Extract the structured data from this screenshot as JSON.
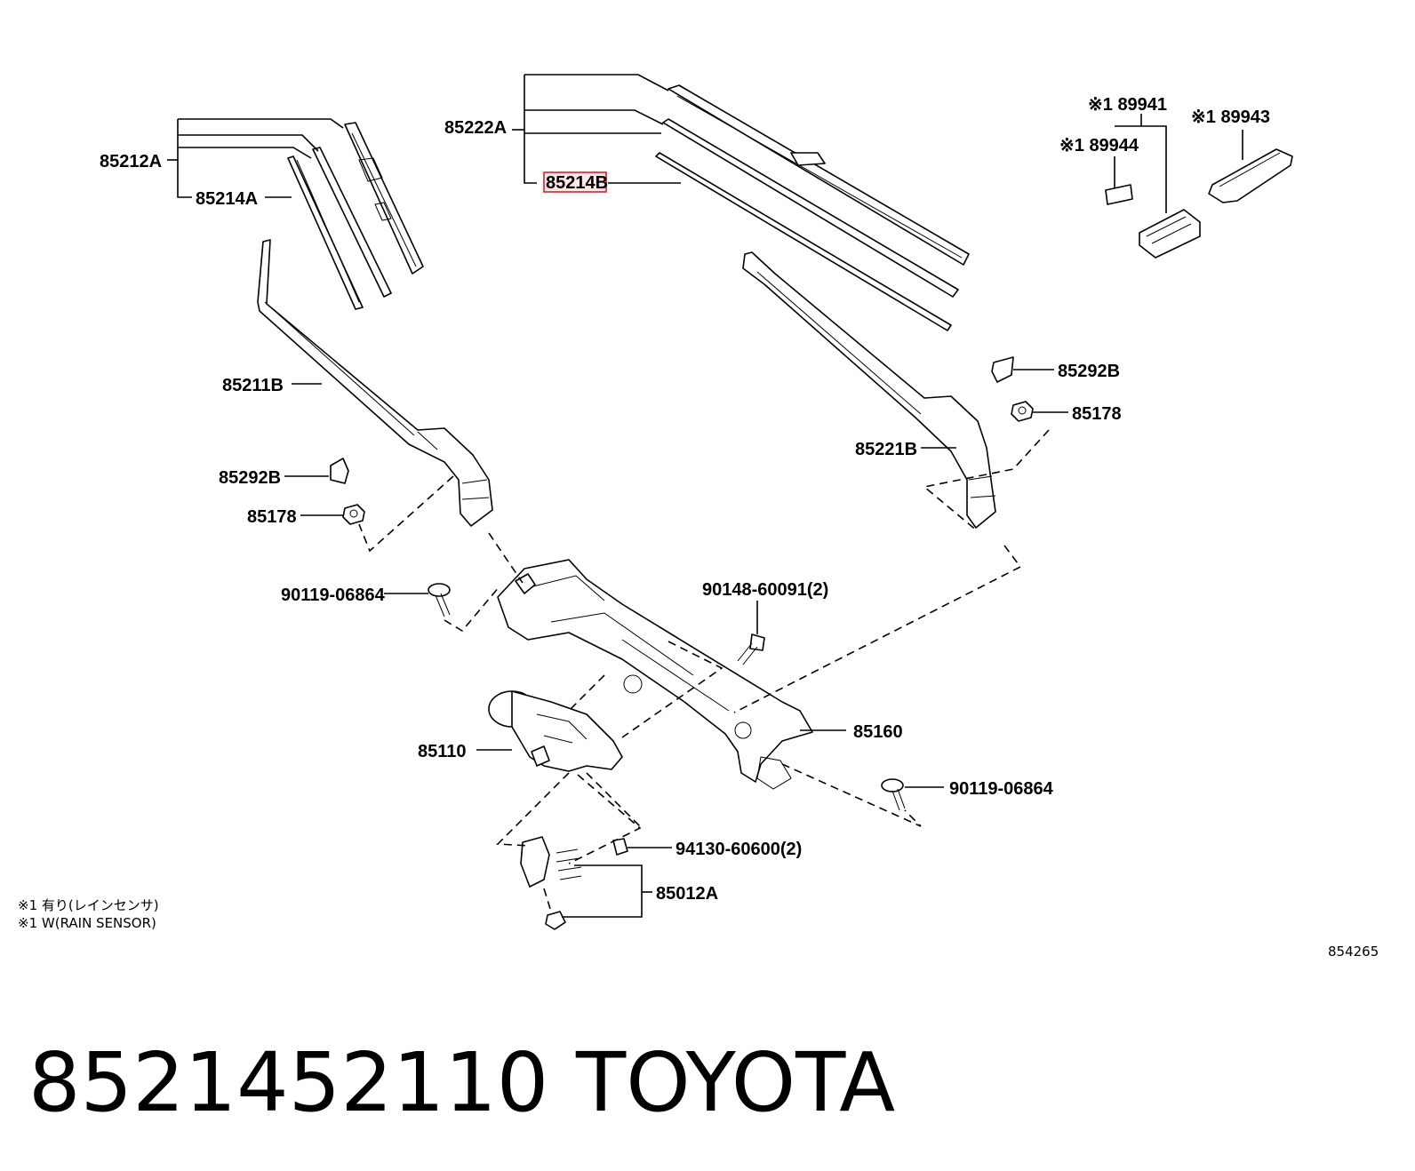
{
  "labels": {
    "p85212A": "85212A",
    "p85214A": "85214A",
    "p85222A": "85222A",
    "p85214B": "85214B",
    "p89941": "※1 89941",
    "p89943": "※1 89943",
    "p89944": "※1 89944",
    "p85211B": "85211B",
    "p85292B_left": "85292B",
    "p85178_left": "85178",
    "p85292B_right": "85292B",
    "p85178_right": "85178",
    "p85221B": "85221B",
    "p90119_left": "90119-06864",
    "p90148": "90148-60091(2)",
    "p85160": "85160",
    "p85110": "85110",
    "p90119_right": "90119-06864",
    "p94130": "94130-60600(2)",
    "p85012A": "85012A"
  },
  "notes": {
    "line1": "※1 有り(レインセンサ)",
    "line2": "※1 W(RAIN SENSOR)"
  },
  "diagram_code": "854265",
  "title": {
    "part_number": "8521452110",
    "brand": "TOYOTA"
  },
  "highlight_color": "#e02020"
}
